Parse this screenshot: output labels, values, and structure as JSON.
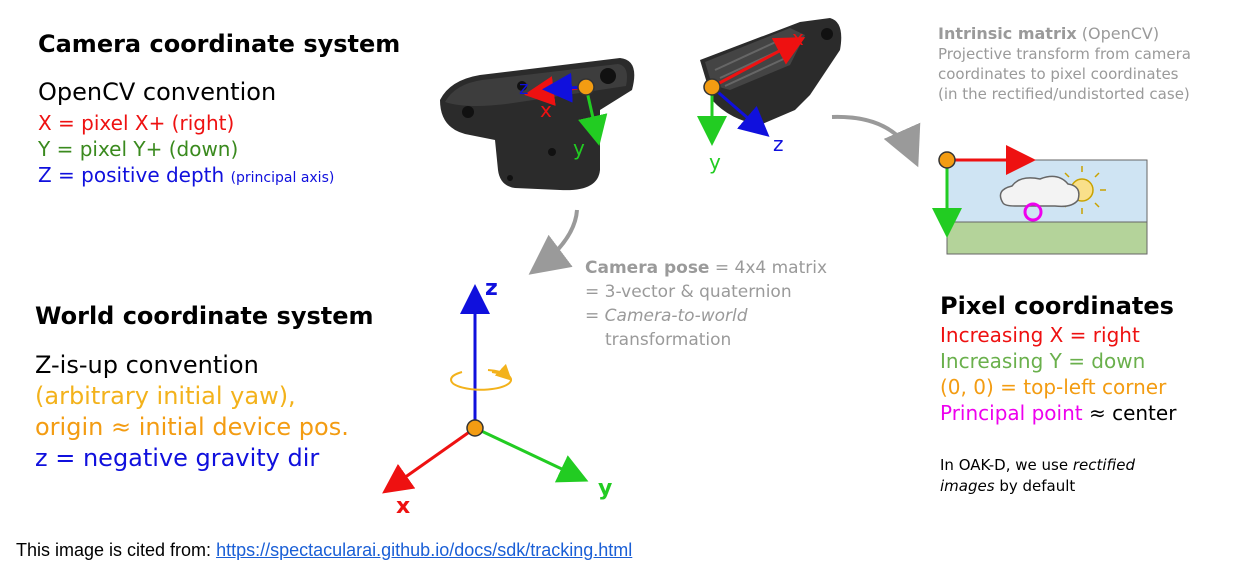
{
  "camera": {
    "title": "Camera coordinate system",
    "convention": "OpenCV convention",
    "x_line": "X = pixel X+ (right)",
    "y_line": "Y = pixel Y+ (down)",
    "z_line_main": "Z = positive depth ",
    "z_line_small": "(principal axis)"
  },
  "world": {
    "title": "World coordinate system",
    "line1": "Z-is-up convention",
    "line2": "(arbitrary initial yaw),",
    "line3": "origin ≈ initial device pos.",
    "line4": "z = negative gravity dir"
  },
  "pose": {
    "bold": "Camera pose",
    "line1_rest": " = 4x4 matrix",
    "line2": "= 3-vector & quaternion",
    "line3_prefix": "= ",
    "line3_italic": "Camera-to-world",
    "line4": "transformation"
  },
  "intrinsic": {
    "bold": "Intrinsic matrix",
    "bold_rest": " (OpenCV)",
    "line2": "Projective transform from camera",
    "line3": "coordinates to pixel coordinates",
    "line4": "(in the rectified/undistorted case)"
  },
  "pixel": {
    "title": "Pixel coordinates",
    "x_line": "Increasing X = right",
    "y_line": "Increasing Y = down",
    "origin_line": "(0, 0) = top-left corner",
    "pp_label": "Principal point",
    "pp_rest": " ≈ center",
    "note_a": "In OAK-D, we use ",
    "note_italic1": "rectified",
    "note_italic2": "images",
    "note_b": " by default"
  },
  "axes": {
    "x": "x",
    "y": "y",
    "z": "z"
  },
  "caption": {
    "prefix": "This image is cited from: ",
    "link": "https://spectacularai.github.io/docs/sdk/tracking.html"
  },
  "colors": {
    "red": "#ee1111",
    "green": "#22cc22",
    "blue": "#1010dd",
    "orange": "#f39c12",
    "magenta": "#ee00ee",
    "grey": "#9a9a9a"
  }
}
